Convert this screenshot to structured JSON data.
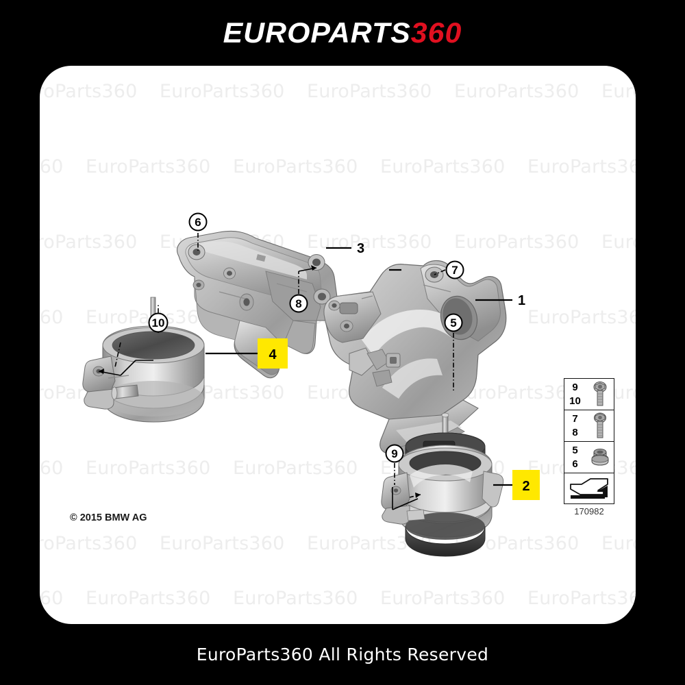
{
  "header": {
    "logo_part1": "EUROPARTS",
    "logo_part2": "360"
  },
  "footer": {
    "text": "EuroParts360 All Rights Reserved"
  },
  "panel": {
    "copyright": "© 2015 BMW AG",
    "watermark_text": "EuroParts360"
  },
  "diagram": {
    "callouts": [
      {
        "id": "6",
        "label": "6",
        "style": "circle"
      },
      {
        "id": "3",
        "label": "3",
        "style": "plain"
      },
      {
        "id": "8",
        "label": "8",
        "style": "circle"
      },
      {
        "id": "10",
        "label": "10",
        "style": "circle"
      },
      {
        "id": "4",
        "label": "4",
        "style": "highlight"
      },
      {
        "id": "7",
        "label": "7",
        "style": "circle"
      },
      {
        "id": "1",
        "label": "1",
        "style": "plain"
      },
      {
        "id": "5",
        "label": "5",
        "style": "circle"
      },
      {
        "id": "9",
        "label": "9",
        "style": "circle"
      },
      {
        "id": "2",
        "label": "2",
        "style": "highlight"
      }
    ],
    "highlight_color": "#FFE800"
  },
  "legend": {
    "code": "170982",
    "rows": [
      {
        "numbers": [
          "9",
          "10"
        ],
        "icon": "bolt-icon"
      },
      {
        "numbers": [
          "7",
          "8"
        ],
        "icon": "bolt-icon"
      },
      {
        "numbers": [
          "5",
          "6"
        ],
        "icon": "flange-nut-icon"
      }
    ],
    "arrow_icon": "direction-arrow-icon"
  }
}
